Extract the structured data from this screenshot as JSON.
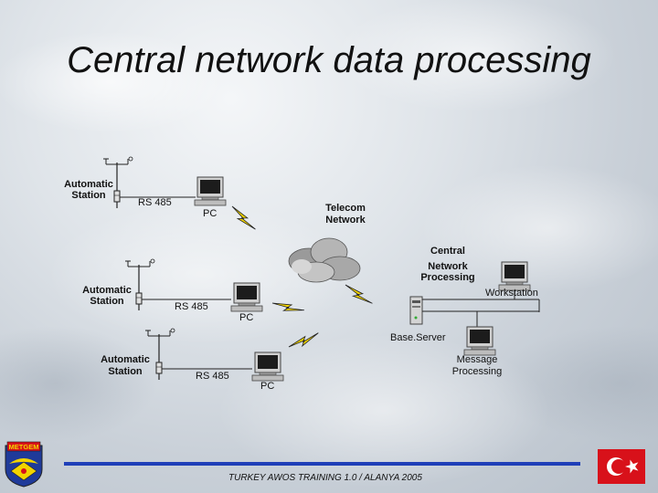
{
  "slide": {
    "title": "Central network data processing",
    "footer": "TURKEY AWOS TRAINING 1.0 / ALANYA 2005",
    "logo_text": "METGEM",
    "flag_color": "#d8111a",
    "footer_line_color": "#1f3fb8"
  },
  "diagram": {
    "stations": [
      {
        "label_line1": "Automatic",
        "label_line2": "Station",
        "link": "RS 485",
        "pc": "PC"
      },
      {
        "label_line1": "Automatic",
        "label_line2": "Station",
        "link": "RS 485",
        "pc": "PC"
      },
      {
        "label_line1": "Automatic",
        "label_line2": "Station",
        "link": "RS 485",
        "pc": "PC"
      }
    ],
    "telecom_line1": "Telecom",
    "telecom_line2": "Network",
    "central_line1": "Central",
    "central_line2": "Network",
    "central_line3": "Processing",
    "workstation": "Workstation",
    "base_server": "Base.Server",
    "message_line1": "Message",
    "message_line2": "Processing"
  }
}
